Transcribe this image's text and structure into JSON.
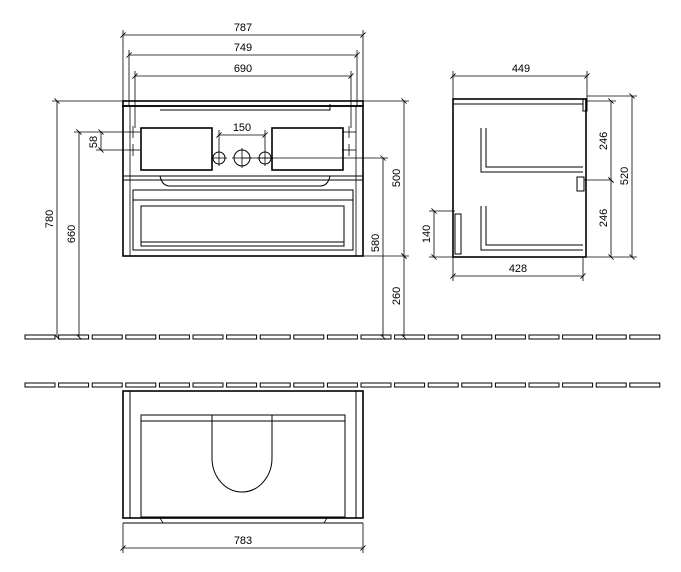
{
  "front_view": {
    "dims": {
      "overall_width": "787",
      "body_width": "749",
      "basin_width": "690",
      "tap_spacing": "150",
      "hole_offset": "58",
      "overall_height": "780",
      "upper_height": "660",
      "cabinet_height": "500",
      "drain_height": "580",
      "floor_clearance": "260"
    }
  },
  "side_view": {
    "dims": {
      "depth_top": "449",
      "depth_bottom": "428",
      "upper_section": "246",
      "lower_section": "246",
      "total_height": "520",
      "siphon_height": "140"
    }
  },
  "top_view": {
    "dims": {
      "width": "783"
    }
  }
}
